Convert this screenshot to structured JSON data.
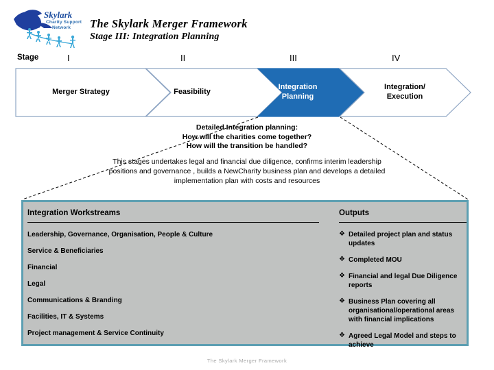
{
  "logo": {
    "brand": "Skylark",
    "tagline_line1": "Charity Support",
    "tagline_line2": "Network",
    "brand_color": "#1f4fa0",
    "bird_color": "#1f3f9e",
    "figure_color": "#3aa8d8"
  },
  "header": {
    "title": "The Skylark Merger Framework",
    "subtitle": "Stage III: Integration Planning"
  },
  "stage_axis": {
    "label": "Stage",
    "numerals": [
      "I",
      "II",
      "III",
      "IV"
    ]
  },
  "chevrons": {
    "active_index": 2,
    "active_fill": "#1f6cb4",
    "inactive_fill": "#ffffff",
    "outline": "#8fa6c4",
    "items": [
      {
        "label": "Merger Strategy",
        "active": false
      },
      {
        "label": "Feasibility",
        "active": false
      },
      {
        "label": "Integration\nPlanning",
        "active": true
      },
      {
        "label": "Integration/\nExecution",
        "active": false
      }
    ],
    "labels": {
      "c1": "Merger Strategy",
      "c2": "Feasibility",
      "c3_line1": "Integration",
      "c3_line2": "Planning",
      "c4_line1": "Integration/",
      "c4_line2": "Execution"
    }
  },
  "callout": {
    "heading_line1": "Detailed Integration planning:",
    "heading_line2": "How will the charities come together?",
    "heading_line3": "How will the transition be handled?",
    "body": "This stages undertakes legal and financial due diligence, confirms interim leadership positions and governance , builds a NewCharity business plan and develops a detailed implementation plan with costs and resources"
  },
  "panel": {
    "border_color": "#5d9fb2",
    "fill_color": "#c0c2c1",
    "workstreams": {
      "heading": "Integration Workstreams",
      "items": [
        "Leadership, Governance, Organisation, People & Culture",
        "Service & Beneficiaries",
        "Financial",
        "Legal",
        "Communications & Branding",
        "Facilities, IT & Systems",
        "Project management & Service Continuity"
      ]
    },
    "outputs": {
      "heading": "Outputs",
      "bullet_glyph": "❖",
      "items": [
        "Detailed project plan and status updates",
        "Completed MOU",
        "Financial and legal Due Diligence reports",
        "Business Plan covering all organisational/operational areas with financial implications",
        "Agreed Legal Model and steps to achieve"
      ]
    }
  },
  "footer": {
    "text": "The Skylark Merger Framework"
  }
}
